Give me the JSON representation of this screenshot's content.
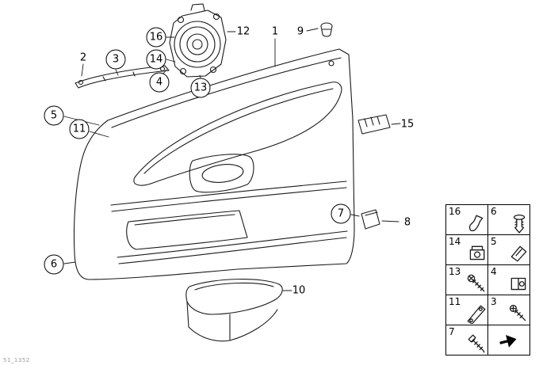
{
  "callouts": [
    {
      "label": "2",
      "circled": false
    },
    {
      "label": "3",
      "circled": true
    },
    {
      "label": "16",
      "circled": true
    },
    {
      "label": "14",
      "circled": true
    },
    {
      "label": "4",
      "circled": true
    },
    {
      "label": "13",
      "circled": true
    },
    {
      "label": "12",
      "circled": false
    },
    {
      "label": "1",
      "circled": false
    },
    {
      "label": "9",
      "circled": false
    },
    {
      "label": "5",
      "circled": true
    },
    {
      "label": "11",
      "circled": true
    },
    {
      "label": "15",
      "circled": false
    },
    {
      "label": "7",
      "circled": true
    },
    {
      "label": "8",
      "circled": false
    },
    {
      "label": "6",
      "circled": true
    },
    {
      "label": "10",
      "circled": false
    }
  ],
  "legend": [
    {
      "label": "16",
      "icon": "spring-clip"
    },
    {
      "label": "6",
      "icon": "expanding-rivet"
    },
    {
      "label": "14",
      "icon": "clip-nut"
    },
    {
      "label": "5",
      "icon": "clip"
    },
    {
      "label": "13",
      "icon": "torx-screw"
    },
    {
      "label": "4",
      "icon": "sheet-metal-nut"
    },
    {
      "label": "11",
      "icon": "bracket-strip"
    },
    {
      "label": "3",
      "icon": "screw"
    },
    {
      "label": "7",
      "icon": "tapping-screw"
    },
    {
      "label": "",
      "icon": "next-diagram-arrow"
    }
  ],
  "footer_code": "51_1352",
  "line_color": "#1a1a1a"
}
